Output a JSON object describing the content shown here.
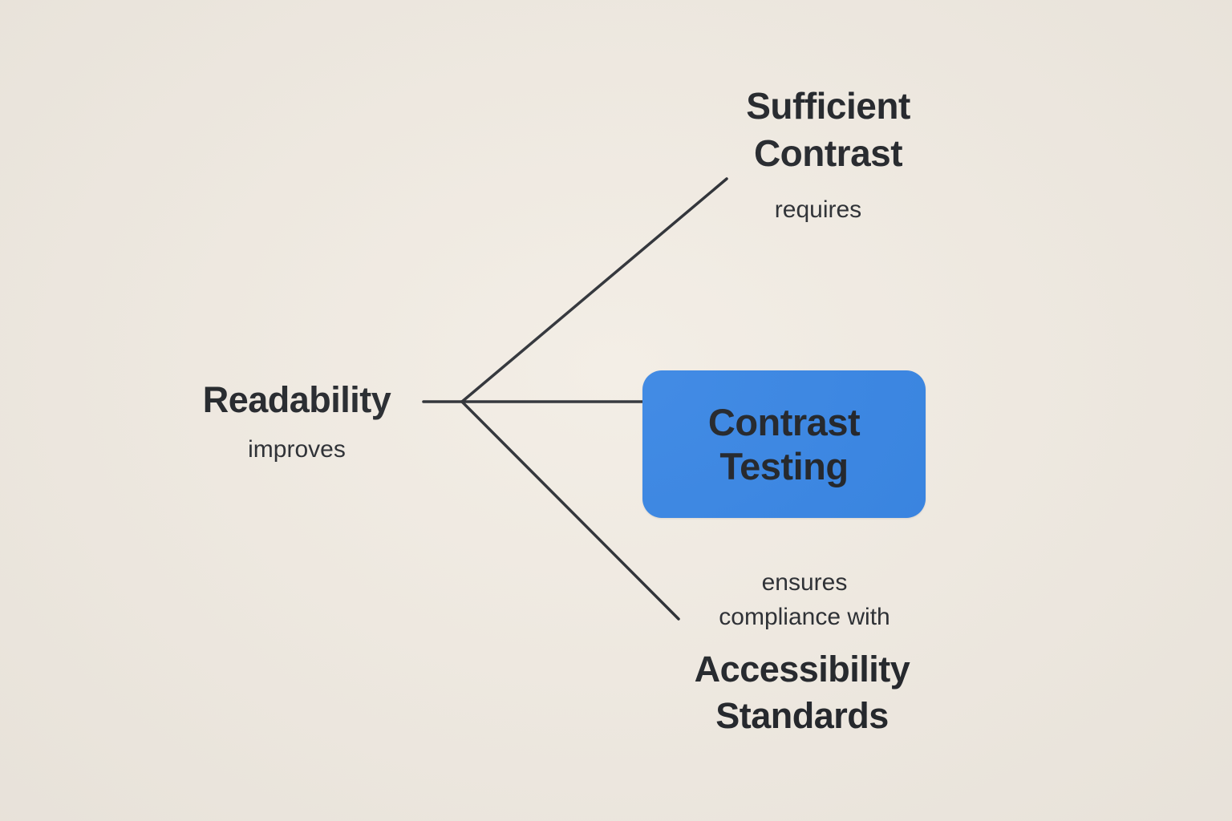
{
  "diagram": {
    "background_color": "#f2ece3",
    "line_color": "#23262c",
    "text_color": "#1d2025",
    "highlight_fill_color": "#2e7fe2",
    "root": {
      "title": "Readability",
      "relation_label": "improves"
    },
    "branches": [
      {
        "id": "sufficient-contrast",
        "title": "Sufficient\nContrast",
        "relation_label": "requires",
        "highlighted": false
      },
      {
        "id": "contrast-testing",
        "title": "Contrast\nTesting",
        "relation_label": "",
        "highlighted": true
      },
      {
        "id": "accessibility-standards",
        "title": "Accessibility\nStandards",
        "relation_label": "ensures\ncompliance with",
        "highlighted": false
      }
    ]
  }
}
